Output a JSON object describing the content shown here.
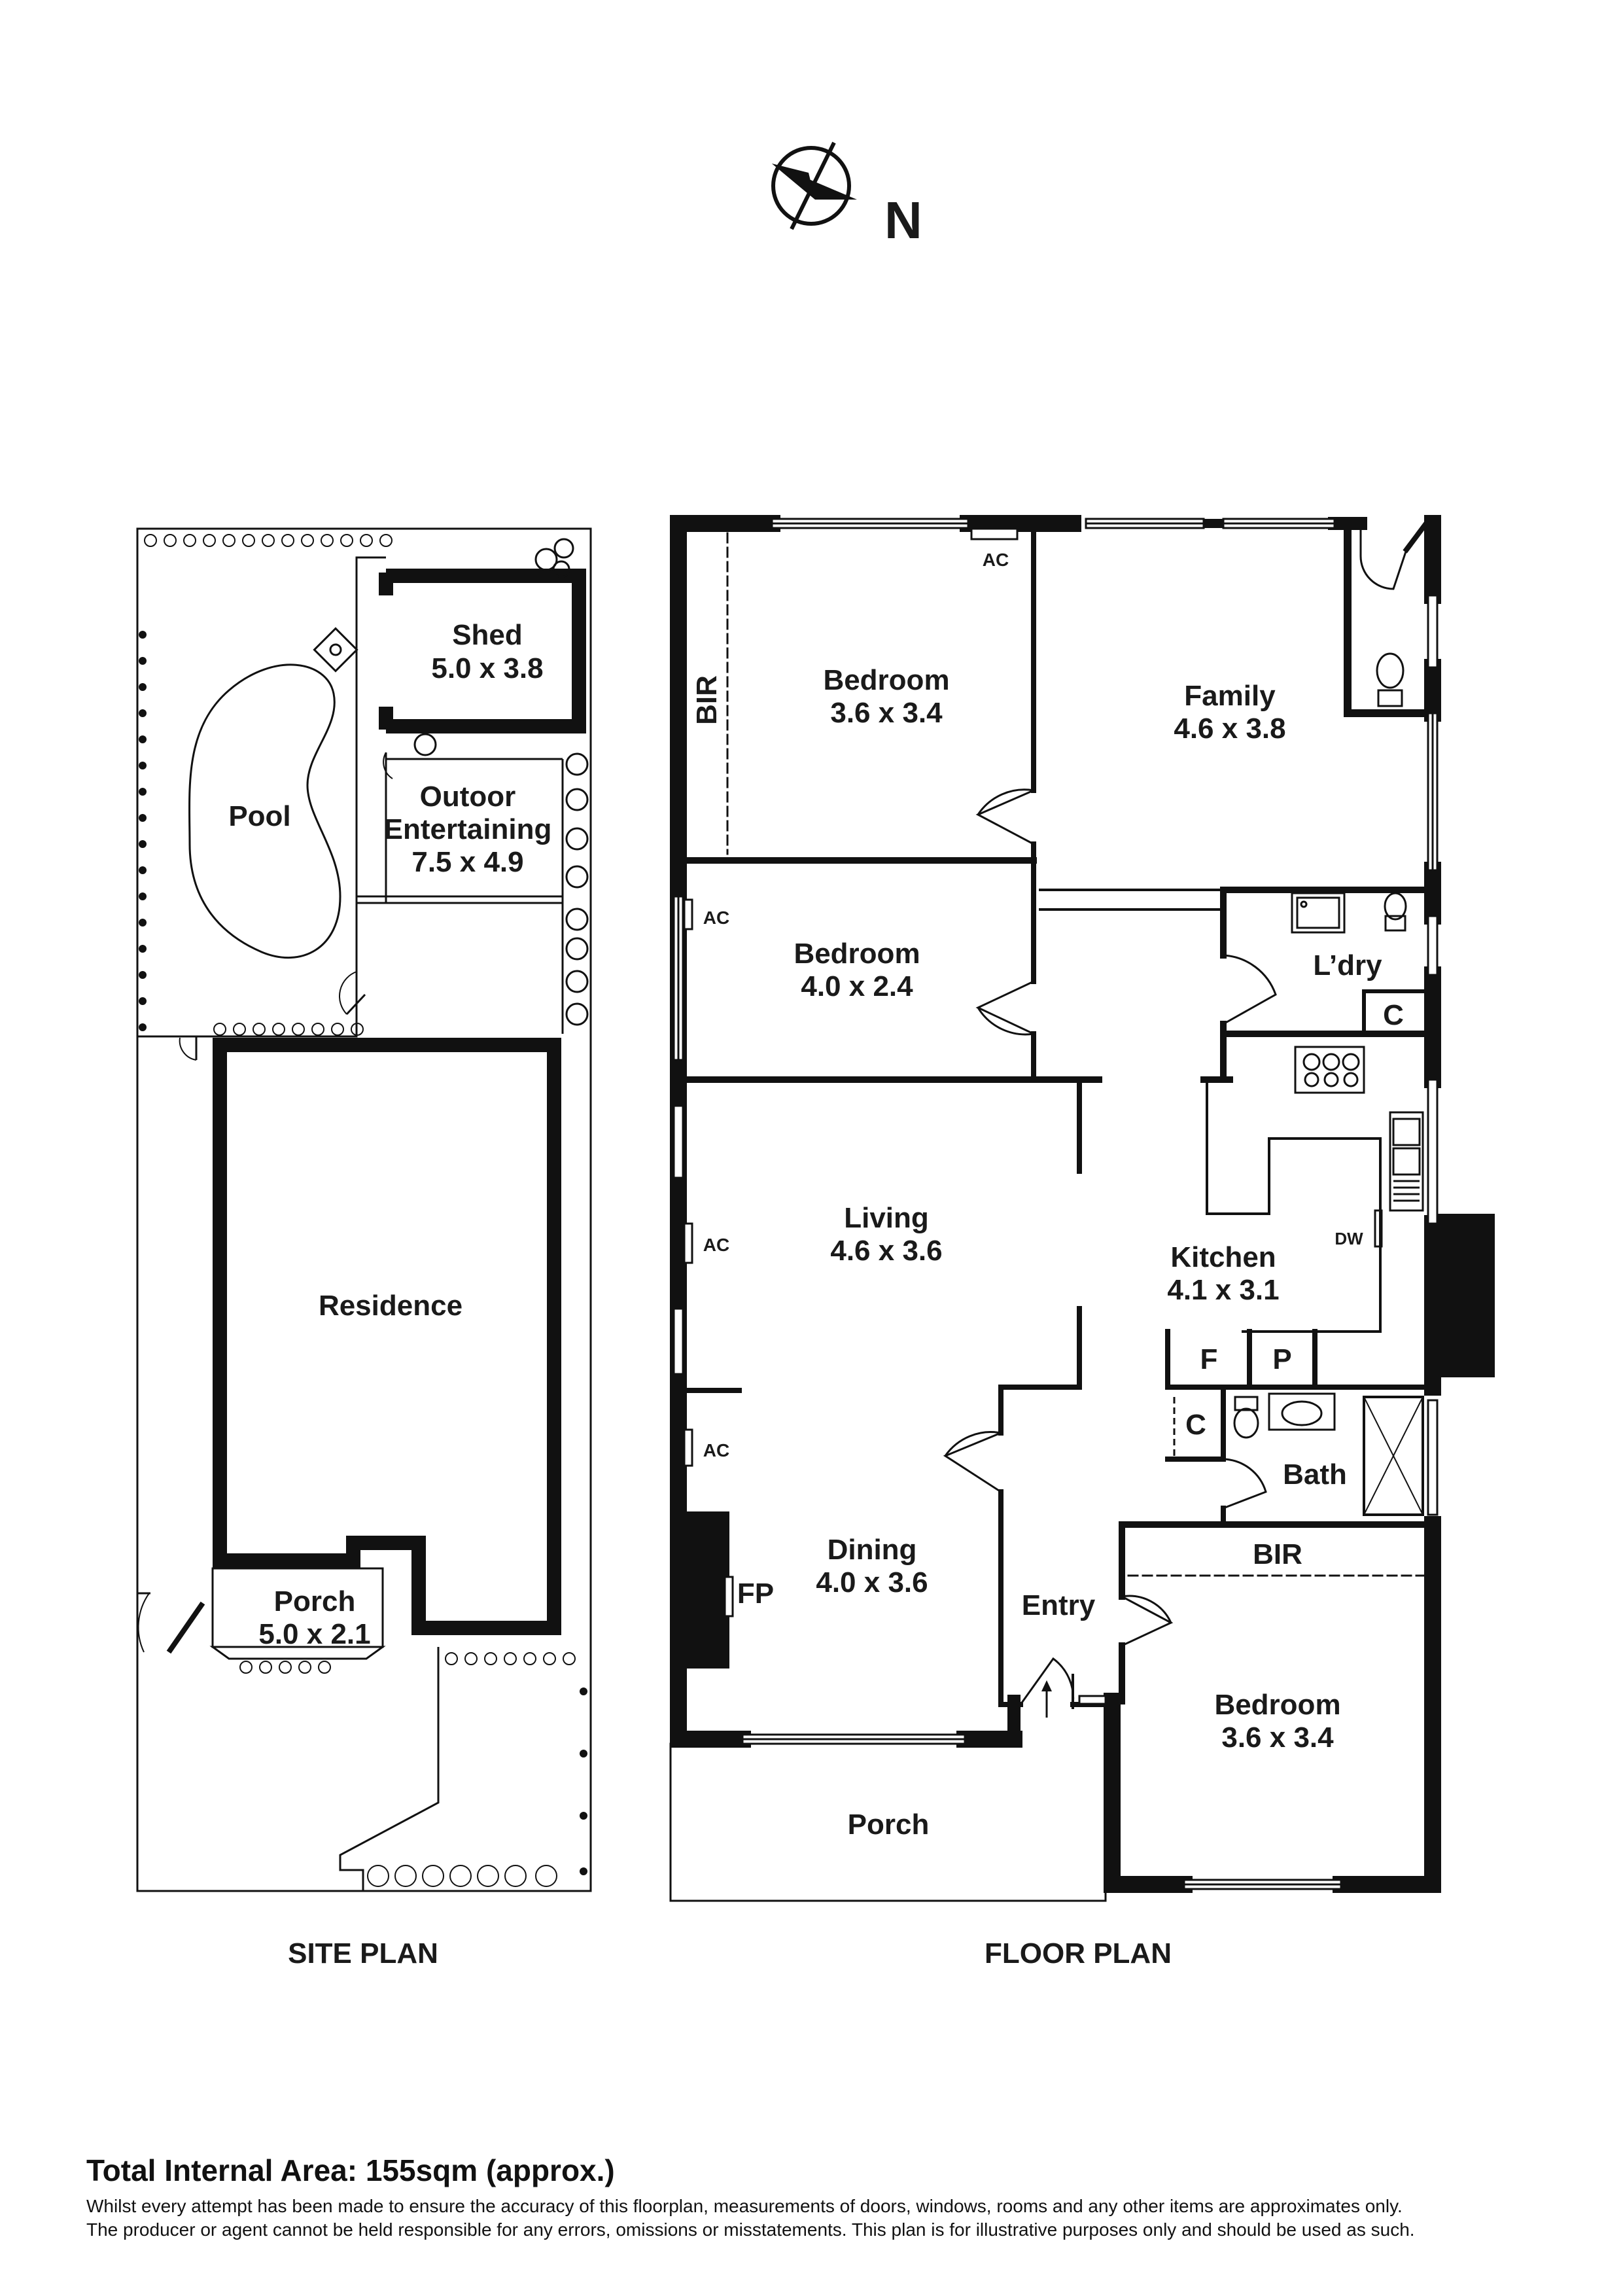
{
  "compass": {
    "label": "N"
  },
  "site_plan": {
    "caption": "SITE PLAN",
    "shed": {
      "name": "Shed",
      "dims": "5.0 x 3.8"
    },
    "pool": {
      "name": "Pool"
    },
    "outdoor": {
      "name_line1": "Outoor",
      "name_line2": "Entertaining",
      "dims": "7.5 x 4.9"
    },
    "residence": {
      "name": "Residence"
    },
    "porch": {
      "name": "Porch",
      "dims": "5.0 x 2.1"
    }
  },
  "floor_plan": {
    "caption": "FLOOR PLAN",
    "bedroom1": {
      "name": "Bedroom",
      "dims": "3.6 x 3.4"
    },
    "family": {
      "name": "Family",
      "dims": "4.6 x 3.8"
    },
    "bedroom2": {
      "name": "Bedroom",
      "dims": "4.0 x 2.4"
    },
    "laundry": {
      "name": "L’dry"
    },
    "living": {
      "name": "Living",
      "dims": "4.6 x 3.6"
    },
    "kitchen": {
      "name": "Kitchen",
      "dims": "4.1 x 3.1"
    },
    "dining": {
      "name": "Dining",
      "dims": "4.0 x 3.6"
    },
    "bath": {
      "name": "Bath"
    },
    "entry": {
      "name": "Entry"
    },
    "bedroom3": {
      "name": "Bedroom",
      "dims": "3.6 x 3.4"
    },
    "porch": {
      "name": "Porch"
    },
    "labels": {
      "bir": "BIR",
      "ac": "AC",
      "cupboard": "C",
      "fridge": "F",
      "pantry": "P",
      "dishwasher": "DW",
      "fireplace": "FP"
    }
  },
  "footer": {
    "total_area": "Total Internal Area: 155sqm (approx.)",
    "disclaimer_line1": "Whilst every attempt has been made to ensure the accuracy of this floorplan, measurements of doors, windows, rooms and any other items are approximates only.",
    "disclaimer_line2": "The producer or agent cannot be held responsible for any errors, omissions or misstatements. This plan is for illustrative purposes only and should be used as such."
  }
}
